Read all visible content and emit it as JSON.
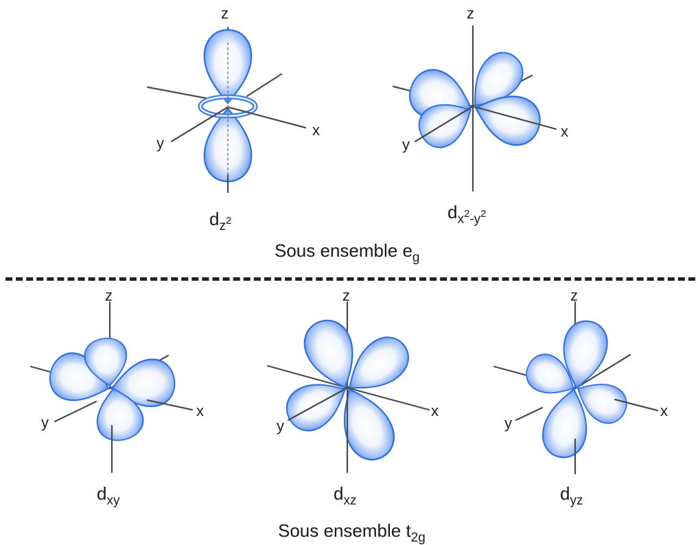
{
  "axis_labels": {
    "x": "x",
    "y": "y",
    "z": "z"
  },
  "orbitals": {
    "dz2": {
      "main": "d",
      "sub": "z",
      "sup": "2"
    },
    "dx2y2": {
      "main": "d",
      "sub_a": "x",
      "sup_a": "2",
      "sub_mid": "-y",
      "sup_b": "2"
    },
    "dxy": {
      "main": "d",
      "sub": "xy"
    },
    "dxz": {
      "main": "d",
      "sub": "xz"
    },
    "dyz": {
      "main": "d",
      "sub": "yz"
    }
  },
  "subsets": {
    "eg": {
      "text": "Sous ensemble e",
      "sub": "g"
    },
    "t2g": {
      "text": "Sous ensemble t",
      "sub": "2g"
    }
  },
  "colors": {
    "lobe_edge": "#2f6fe0",
    "lobe_center": "#f4f8ff",
    "axis": "#4a4a4a"
  }
}
